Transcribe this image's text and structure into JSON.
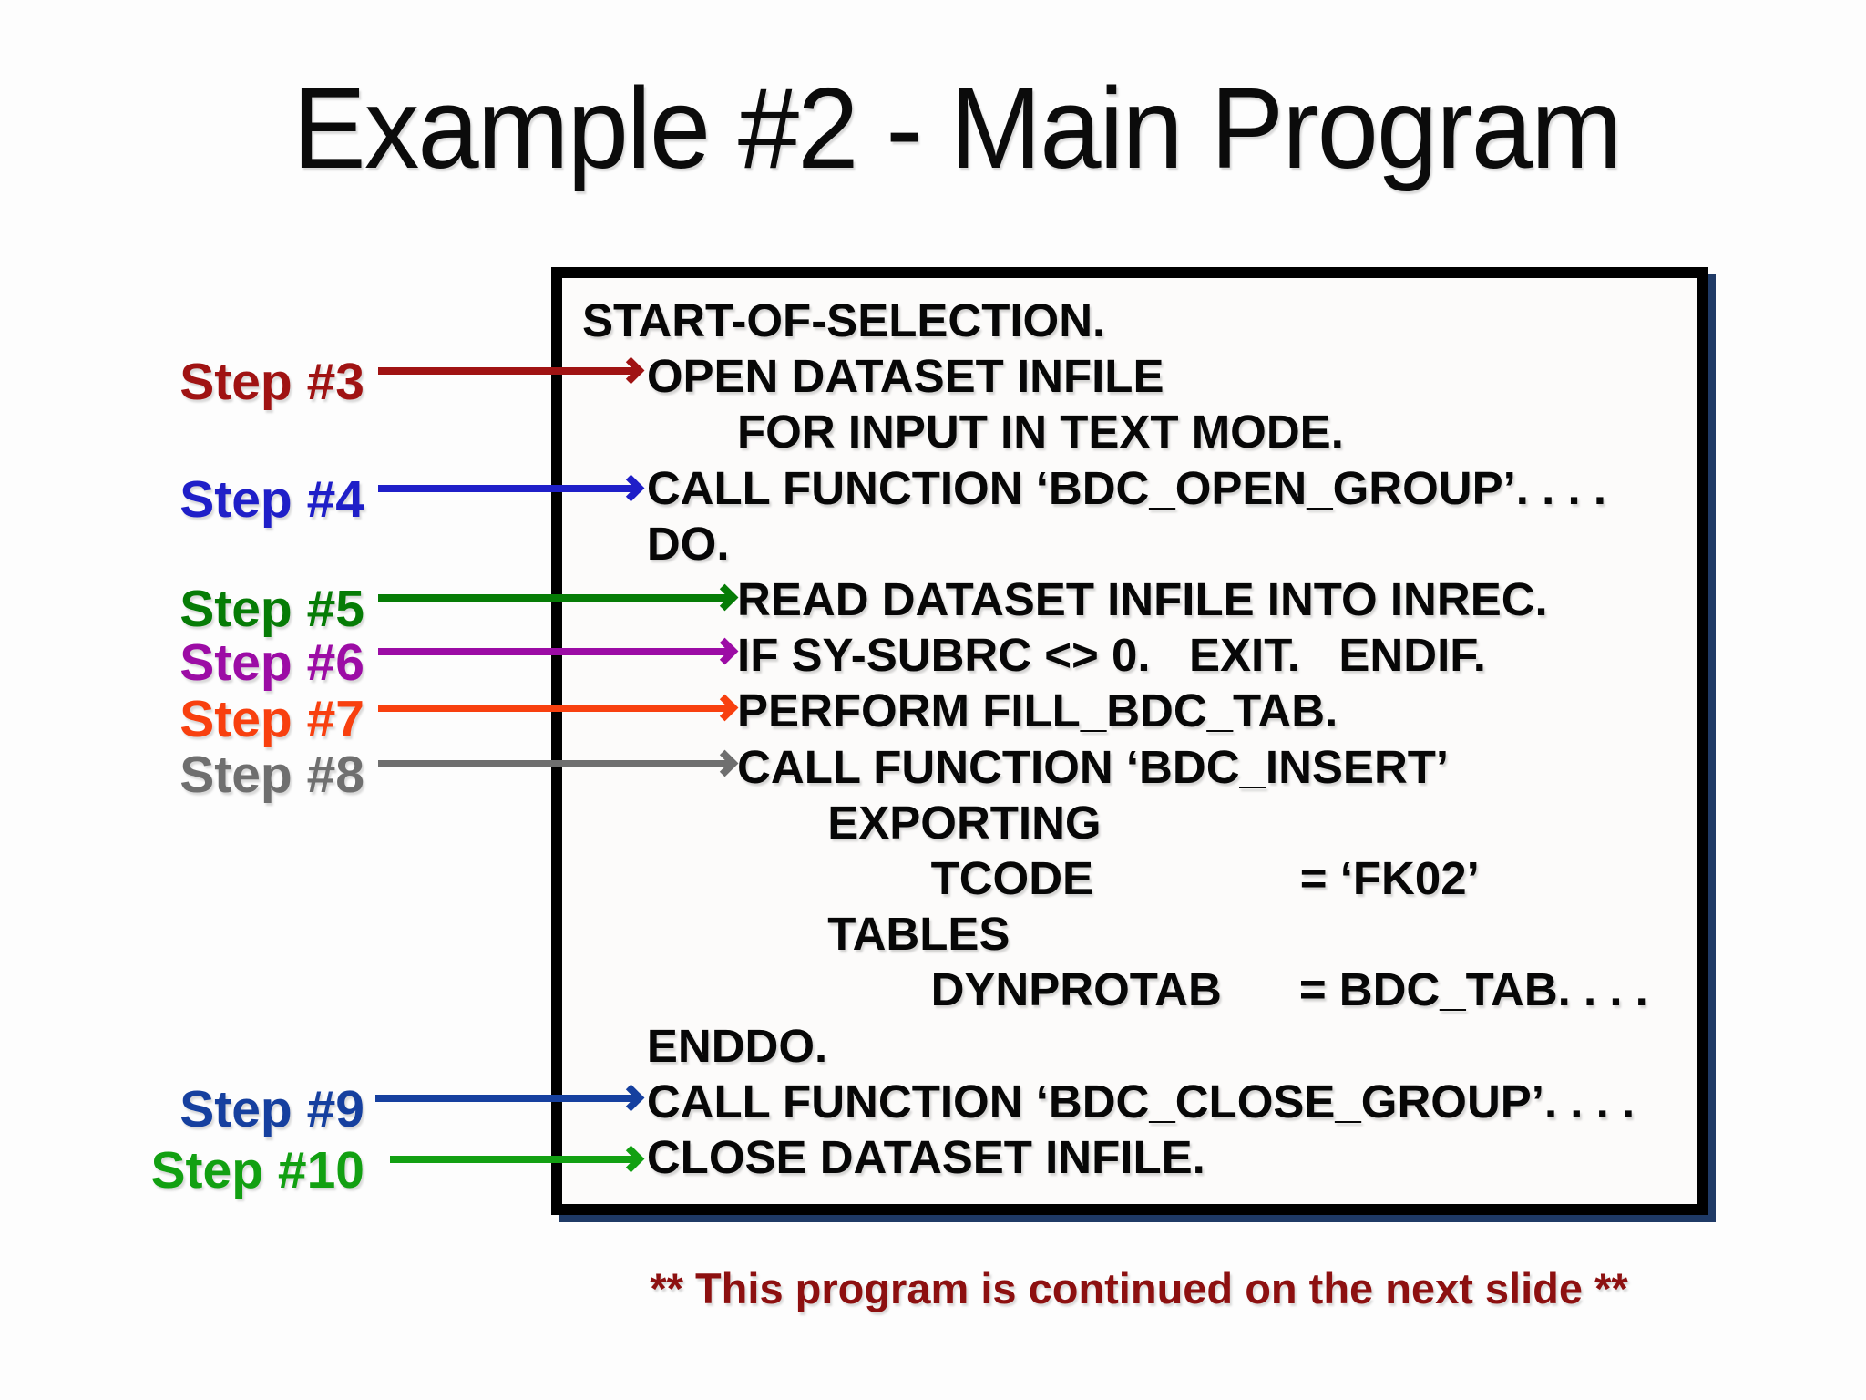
{
  "title": "Example #2 - Main Program",
  "code": {
    "lines": [
      "START-OF-SELECTION.",
      "     OPEN DATASET INFILE",
      "            FOR INPUT IN TEXT MODE.",
      "     CALL FUNCTION ‘BDC_OPEN_GROUP’. . . .",
      "     DO.",
      "            READ DATASET INFILE INTO INREC.",
      "            IF SY-SUBRC <> 0.   EXIT.   ENDIF.",
      "            PERFORM FILL_BDC_TAB.",
      "            CALL FUNCTION ‘BDC_INSERT’",
      "                   EXPORTING",
      "                           TCODE                = ‘FK02’",
      "                   TABLES",
      "                           DYNPROTAB      = BDC_TAB. . . .",
      "     ENDDO.",
      "     CALL FUNCTION ‘BDC_CLOSE_GROUP’. . . .",
      "     CLOSE DATASET INFILE."
    ]
  },
  "steps": [
    {
      "label": "Step #3",
      "color": "#a01313"
    },
    {
      "label": "Step #4",
      "color": "#1f1fc8"
    },
    {
      "label": "Step #5",
      "color": "#067c06"
    },
    {
      "label": "Step #6",
      "color": "#9c0ca5"
    },
    {
      "label": "Step #7",
      "color": "#f8400f"
    },
    {
      "label": "Step #8",
      "color": "#6f6f6f"
    },
    {
      "label": "Step #9",
      "color": "#16409f"
    },
    {
      "label": "Step #10",
      "color": "#12a012"
    }
  ],
  "footer": {
    "text": "** This program is continued on the next slide **",
    "color": "#8d1010"
  }
}
